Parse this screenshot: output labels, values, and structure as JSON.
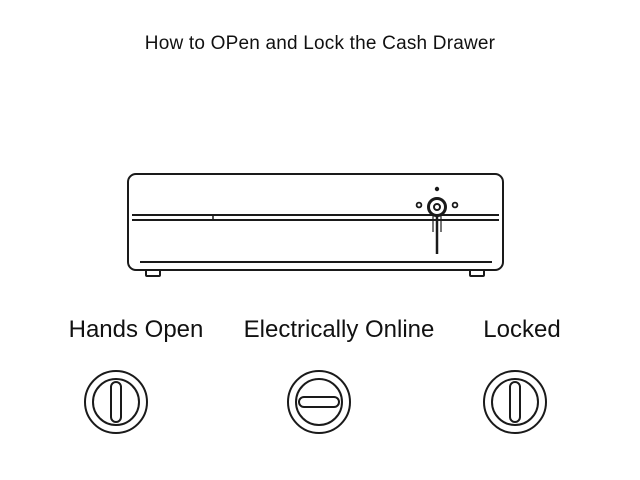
{
  "title": "How to OPen and Lock the Cash Drawer",
  "states": [
    {
      "label": "Hands Open",
      "icon": "key-vertical-icon"
    },
    {
      "label": "Electrically Online",
      "icon": "key-horizontal-icon"
    },
    {
      "label": "Locked",
      "icon": "key-vertical-icon"
    }
  ],
  "colors": {
    "line": "#1a1a1a",
    "background": "#ffffff"
  }
}
